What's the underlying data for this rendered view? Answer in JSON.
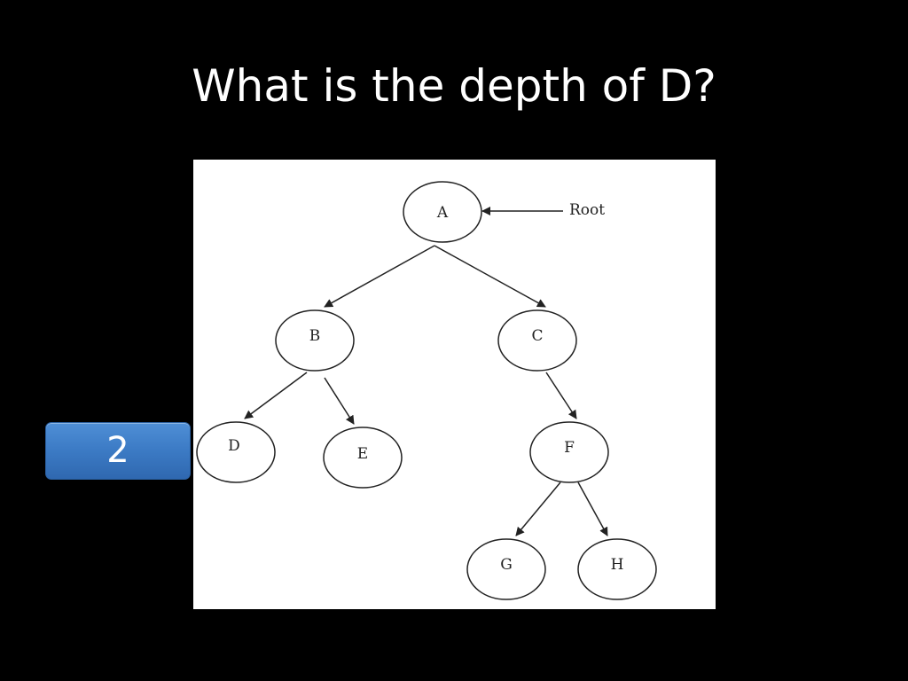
{
  "slide": {
    "title": "What is the depth of D?",
    "answer": "2"
  },
  "diagram": {
    "root_annotation": "Root",
    "nodes": [
      {
        "id": "A",
        "label": "A"
      },
      {
        "id": "B",
        "label": "B"
      },
      {
        "id": "C",
        "label": "C"
      },
      {
        "id": "D",
        "label": "D"
      },
      {
        "id": "E",
        "label": "E"
      },
      {
        "id": "F",
        "label": "F"
      },
      {
        "id": "G",
        "label": "G"
      },
      {
        "id": "H",
        "label": "H"
      }
    ],
    "edges": [
      {
        "from": "A",
        "to": "B"
      },
      {
        "from": "A",
        "to": "C"
      },
      {
        "from": "B",
        "to": "D"
      },
      {
        "from": "B",
        "to": "E"
      },
      {
        "from": "C",
        "to": "F"
      },
      {
        "from": "F",
        "to": "G"
      },
      {
        "from": "F",
        "to": "H"
      }
    ]
  },
  "colors": {
    "background": "#000000",
    "text": "#ffffff",
    "answer_box": "#3d7cc6",
    "diagram_background": "#ffffff",
    "diagram_stroke": "#222222"
  }
}
